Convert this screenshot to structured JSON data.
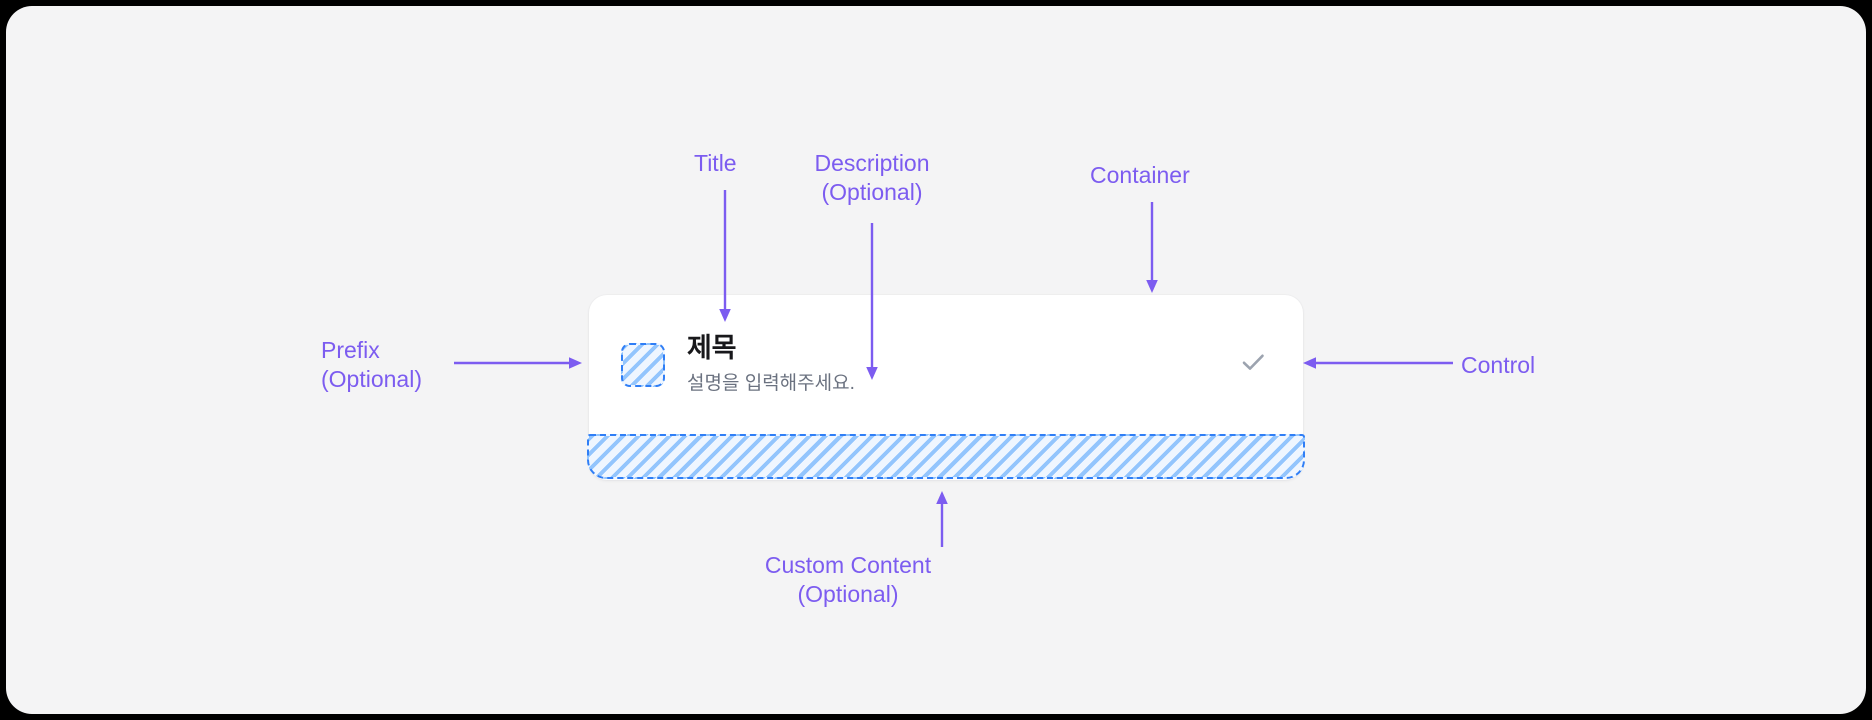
{
  "page": {
    "background_color": "#000000",
    "canvas_color": "#f4f4f5",
    "accent_color": "#7c5cf0",
    "placeholder_color": "#2f7ef6",
    "placeholder_fill": "#eff6ff"
  },
  "card": {
    "title": "제목",
    "description": "설명을 입력해주세요.",
    "title_color": "#18181b",
    "description_color": "#6b7280",
    "background_color": "#ffffff",
    "prefix_icon": "hatched-square-placeholder-icon",
    "control_icon": "check-icon",
    "control_color": "#9ca3af",
    "custom_content_slot": "hatched-strip-placeholder"
  },
  "annotations": {
    "title": "Title",
    "description": "Description\n(Optional)",
    "container": "Container",
    "control": "Control",
    "prefix": "Prefix\n(Optional)",
    "custom_content": "Custom Content\n(Optional)"
  },
  "arrows": {
    "title_arrow": "arrow-down-icon",
    "description_arrow": "arrow-down-icon",
    "container_arrow": "arrow-down-icon",
    "control_arrow": "arrow-left-icon",
    "prefix_arrow": "arrow-right-icon",
    "custom_content_arrow": "arrow-up-icon"
  }
}
